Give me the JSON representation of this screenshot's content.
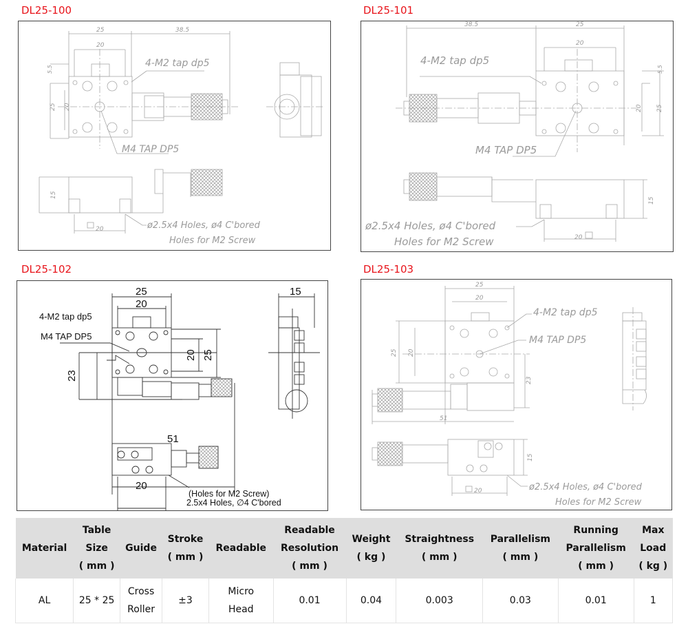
{
  "drawings": [
    {
      "model": "DL25-100",
      "dims": {
        "w25": "25",
        "w385": "38.5",
        "w20": "20",
        "h55": "5.5",
        "h25": "25",
        "h20": "20",
        "h15": "15",
        "b20": "20"
      },
      "notes": {
        "tap": "4-M2 tap dp5",
        "m4": "M4 TAP DP5",
        "holes": "ø2.5x4 Holes, ø4 C'bored",
        "screw": "Holes for M2 Screw"
      }
    },
    {
      "model": "DL25-101",
      "dims": {
        "w25": "25",
        "w385": "38.5",
        "w20": "20",
        "h55": "5.5",
        "h25": "25",
        "h20": "20",
        "h15": "15",
        "b20": "20"
      },
      "notes": {
        "tap": "4-M2 tap dp5",
        "m4": "M4 TAP DP5",
        "holes": "ø2.5x4 Holes, ø4 C'bored",
        "screw": "Holes for M2 Screw"
      }
    },
    {
      "model": "DL25-102",
      "dims": {
        "w25": "25",
        "w20": "20",
        "w15": "15",
        "h20": "20",
        "h25": "25",
        "h23": "23",
        "w51": "51",
        "b20": "20"
      },
      "notes": {
        "tap": "4-M2 tap dp5",
        "m4": "M4 TAP DP5",
        "screw": "(Holes for M2 Screw)",
        "holes": "2.5x4 Holes, ∅4 C'bored"
      }
    },
    {
      "model": "DL25-103",
      "dims": {
        "w25": "25",
        "w20": "20",
        "h25": "25",
        "h20": "20",
        "h23": "23",
        "w51": "51",
        "h15": "15",
        "b20": "20"
      },
      "notes": {
        "tap": "4-M2 tap dp5",
        "m4": "M4 TAP DP5",
        "holes": "ø2.5x4 Holes, ø4 C'bored",
        "screw": "Holes for M2 Screw"
      }
    }
  ],
  "specs": {
    "headers": [
      [
        "Material"
      ],
      [
        "Table",
        "Size",
        "( mm )"
      ],
      [
        "Guide"
      ],
      [
        "Stroke",
        "( mm )"
      ],
      [
        "Readable"
      ],
      [
        "Readable",
        "Resolution",
        "( mm )"
      ],
      [
        "Weight",
        "( kg )"
      ],
      [
        "Straightness",
        "( mm )"
      ],
      [
        "Parallelism",
        "( mm )"
      ],
      [
        "Running",
        "Parallelism",
        "( mm )"
      ],
      [
        "Max",
        "Load",
        "( kg )"
      ]
    ],
    "row": [
      [
        "AL"
      ],
      [
        "25 * 25"
      ],
      [
        "Cross",
        "Roller"
      ],
      [
        "±3"
      ],
      [
        "Micro",
        "Head"
      ],
      [
        "0.01"
      ],
      [
        "0.04"
      ],
      [
        "0.003"
      ],
      [
        "0.03"
      ],
      [
        "0.01"
      ],
      [
        "1"
      ]
    ]
  }
}
